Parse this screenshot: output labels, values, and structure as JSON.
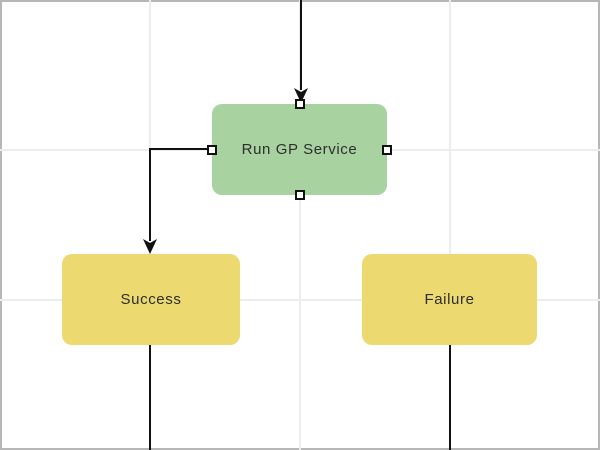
{
  "canvas": {
    "background": "#ffffff",
    "border_color": "#b7b7b7",
    "gridline_color": "#ededed",
    "connector_color": "#111111"
  },
  "nodes": {
    "gp_service": {
      "label": "Run GP Service",
      "fill": "#a8d3a1",
      "selected": true
    },
    "success": {
      "label": "Success",
      "fill": "#ecd96f"
    },
    "failure": {
      "label": "Failure",
      "fill": "#ecd96f"
    }
  }
}
